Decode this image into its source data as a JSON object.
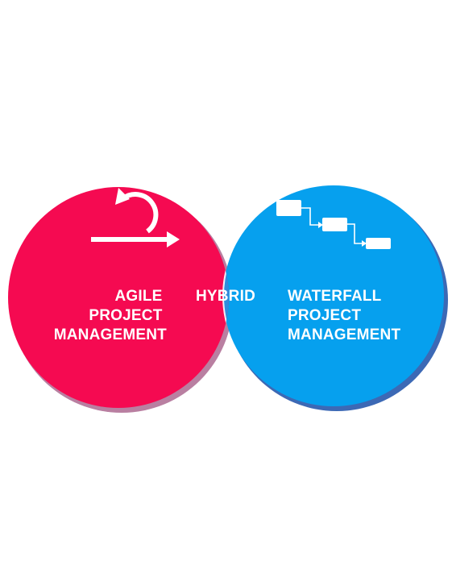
{
  "diagram": {
    "left_circle": {
      "lines": [
        "AGILE",
        "PROJECT",
        "MANAGEMENT"
      ],
      "color": "#f50a51",
      "icon": "agile-cycle-icon"
    },
    "right_circle": {
      "lines": [
        "WATERFALL",
        "PROJECT",
        "MANAGEMENT"
      ],
      "color": "#06a0ee",
      "icon": "waterfall-steps-icon"
    },
    "overlap": {
      "label": "HYBRID",
      "gradient": [
        "#2b8fe0",
        "#d8175e"
      ]
    },
    "shadow_color": "#1a4fa8"
  }
}
